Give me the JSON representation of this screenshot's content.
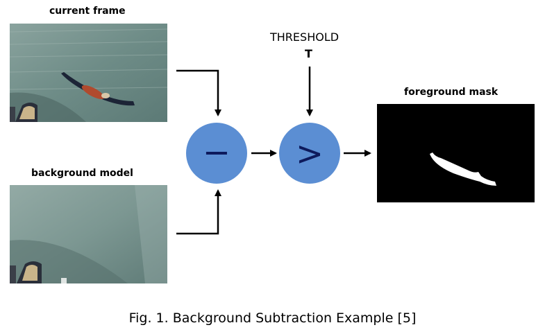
{
  "labels": {
    "current_frame": "current frame",
    "background_model": "background model",
    "threshold": "THRESHOLD",
    "threshold_symbol": "T",
    "foreground_mask": "foreground mask"
  },
  "operators": {
    "subtract": "−",
    "compare": ">"
  },
  "caption": "Fig. 1. Background Subtraction Example [5]",
  "colors": {
    "circle_fill": "#5b8ed3",
    "operator_glyph": "#0d1a5c",
    "arrow": "#000000",
    "mask_background": "#000000",
    "mask_foreground": "#ffffff",
    "water": "#7a9690"
  }
}
